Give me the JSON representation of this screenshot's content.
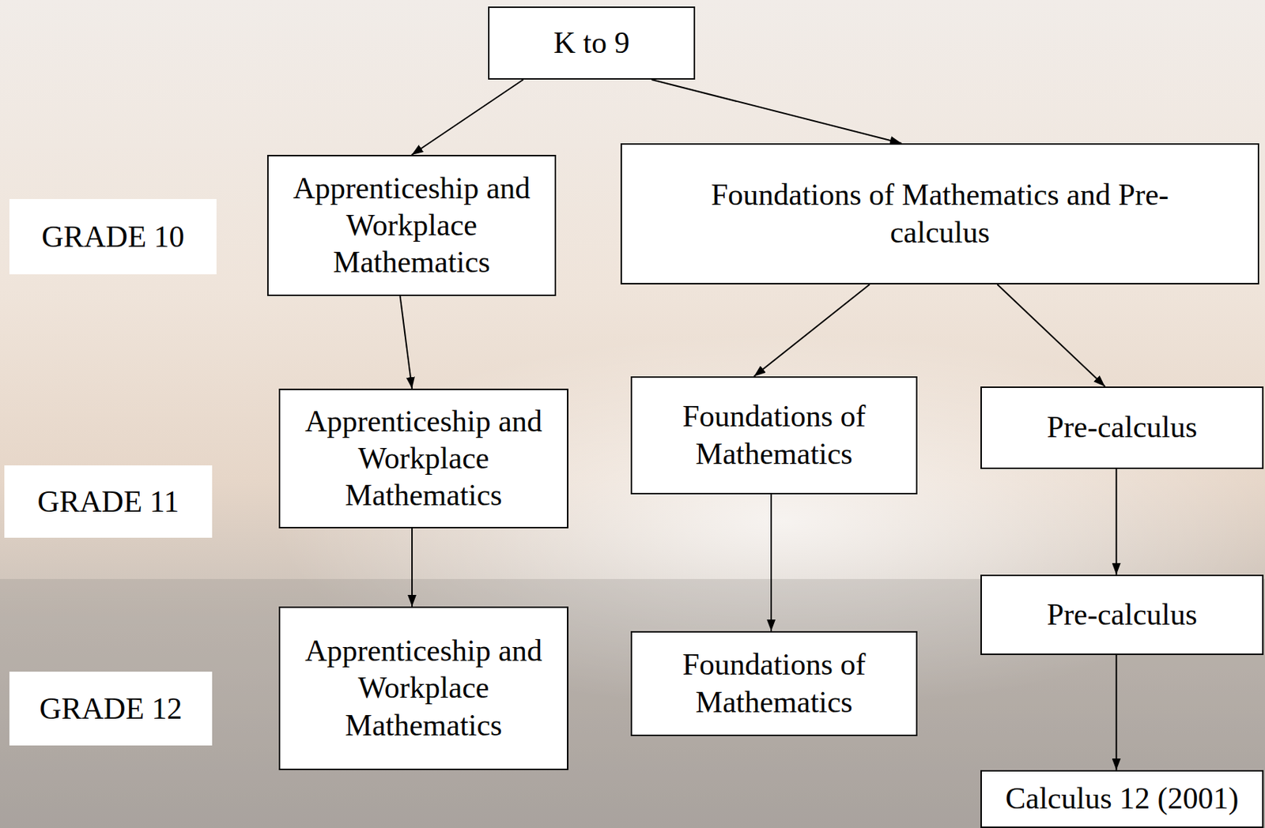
{
  "diagram": {
    "nodes": [
      {
        "text": [
          "K to 9"
        ]
      },
      {
        "text": [
          "Apprenticeship and Workplace Mathematics"
        ]
      },
      {
        "text": [
          "Foundations of Mathematics and Pre-calculus"
        ]
      },
      {
        "text": [
          "Apprenticeship and Workplace Mathematics"
        ]
      },
      {
        "text": [
          "Foundations of Mathematics"
        ]
      },
      {
        "text": [
          "Pre-calculus"
        ]
      },
      {
        "text": [
          "Apprenticeship and Workplace Mathematics"
        ]
      },
      {
        "text": [
          "Foundations of Mathematics"
        ]
      },
      {
        "text": [
          "Pre-calculus"
        ]
      },
      {
        "text": [
          "Calculus 12 (2001)"
        ]
      }
    ],
    "edges": [
      {
        "from": 0,
        "to": 1,
        "arrow": "to"
      },
      {
        "from": 0,
        "to": 2,
        "arrow": "to"
      },
      {
        "from": 1,
        "to": 3,
        "arrow": "to"
      },
      {
        "from": 3,
        "to": 6,
        "arrow": "to"
      },
      {
        "from": 2,
        "to": 4,
        "arrow": "to"
      },
      {
        "from": 2,
        "to": 5,
        "arrow": "to"
      },
      {
        "from": 4,
        "to": 7,
        "arrow": "to"
      },
      {
        "from": 5,
        "to": 8,
        "arrow": "to"
      },
      {
        "from": 8,
        "to": 9,
        "arrow": "to"
      }
    ],
    "labels": [
      "GRADE 10",
      "GRADE 11",
      "GRADE 12"
    ]
  }
}
